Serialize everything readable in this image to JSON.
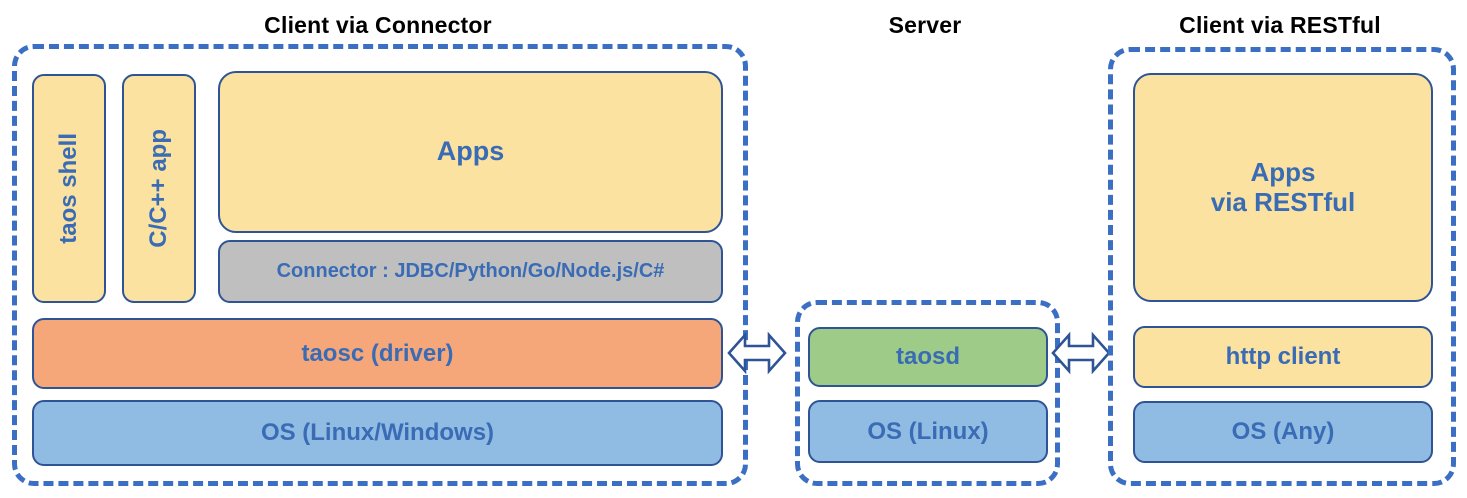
{
  "diagram": {
    "title": "TDengine architecture: client / server connectivity",
    "colors": {
      "group_border": "#3B6FC4",
      "node_border": "#2E5496",
      "node_text": "#3A6CB5",
      "title_text": "#000000",
      "yellow": "#FBE2A0",
      "orange": "#F5A77A",
      "blue": "#90BBE3",
      "green": "#9ECB87",
      "gray": "#BFBFBF",
      "background": "#FFFFFF"
    }
  },
  "sections": {
    "connector": {
      "title": "Client via Connector",
      "nodes": {
        "taos_shell": "taos shell",
        "cpp_app": "C/C++ app",
        "apps": "Apps",
        "connector": "Connector : JDBC/Python/Go/Node.js/C#",
        "taosc": "taosc (driver)",
        "os": "OS (Linux/Windows)"
      }
    },
    "server": {
      "title": "Server",
      "nodes": {
        "taosd": "taosd",
        "os": "OS (Linux)"
      }
    },
    "restful": {
      "title": "Client via RESTful",
      "nodes": {
        "apps_line1": "Apps",
        "apps_line2": "via RESTful",
        "http_client": "http client",
        "os": "OS (Any)"
      }
    }
  },
  "connections": [
    {
      "id": "left-arrow",
      "icon": "double-arrow-icon",
      "from": "taosc (driver)",
      "to": "taosd"
    },
    {
      "id": "right-arrow",
      "icon": "double-arrow-icon",
      "from": "taosd",
      "to": "http client"
    }
  ]
}
